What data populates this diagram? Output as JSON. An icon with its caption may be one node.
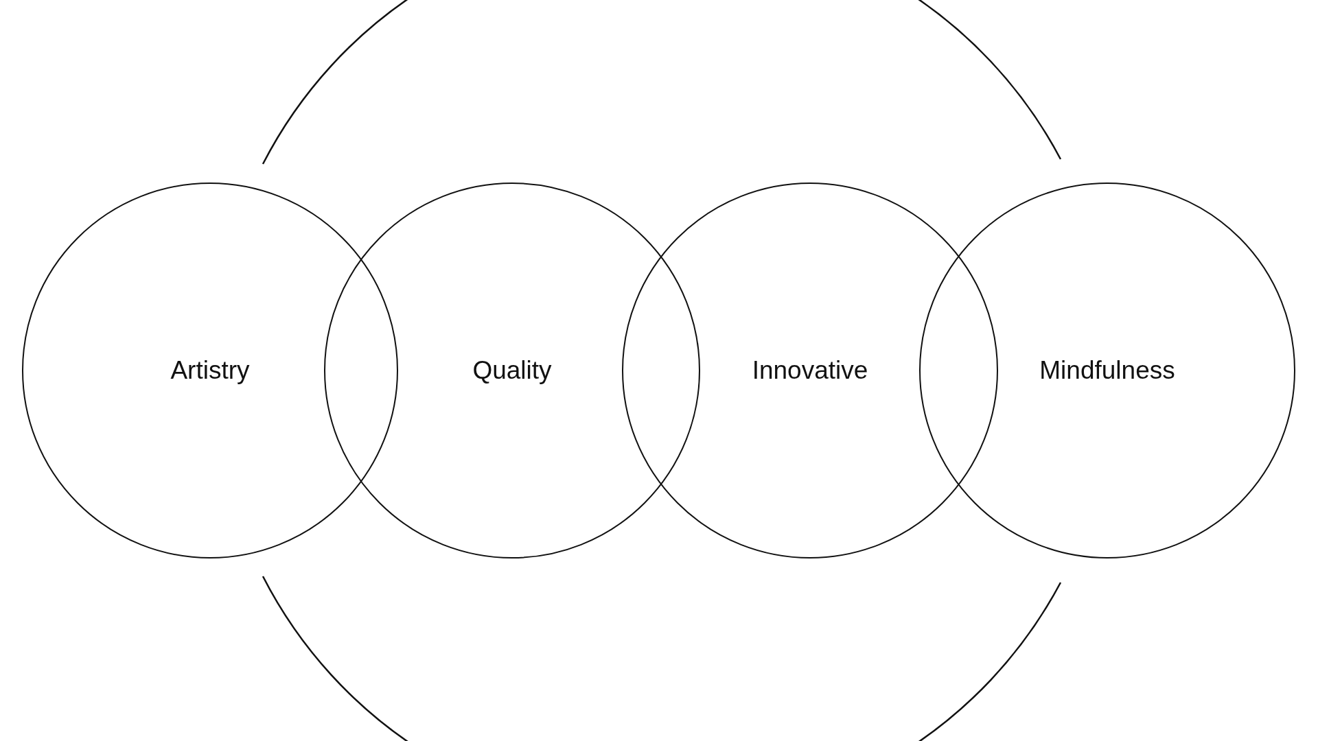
{
  "diagram": {
    "nodes": [
      {
        "text": [
          "Artistry"
        ]
      },
      {
        "text": [
          "Quality"
        ]
      },
      {
        "text": [
          "Innovative"
        ]
      },
      {
        "text": [
          "Mindfulness"
        ]
      }
    ]
  }
}
